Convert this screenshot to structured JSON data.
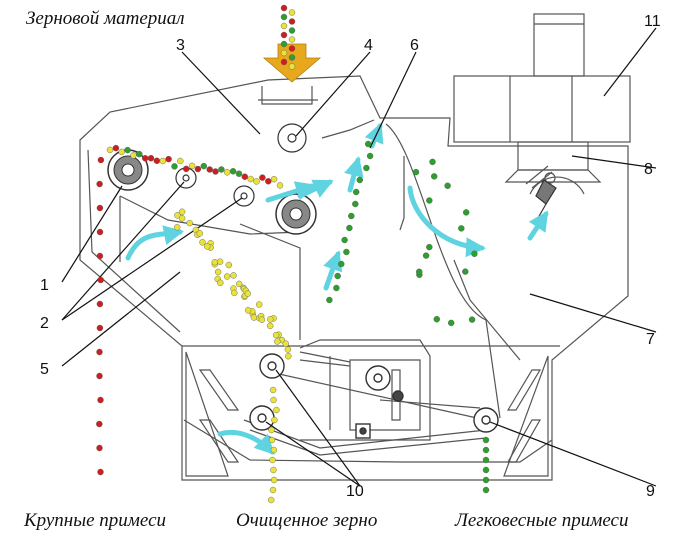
{
  "title": "Зерновой материал",
  "outputs": {
    "coarse": "Крупные примеси",
    "clean": "Очищенное зерно",
    "light": "Легковесные примеси"
  },
  "callouts": [
    "1",
    "2",
    "3",
    "4",
    "5",
    "6",
    "7",
    "8",
    "9",
    "10",
    "11"
  ],
  "colors": {
    "coarse_impurity": "#cc1f1f",
    "grain": "#e8e23a",
    "light_impurity": "#2e9e2e",
    "airflow_arrow": "#5fd4e0",
    "input_arrow": "#e8a81e",
    "outline": "#555555"
  }
}
